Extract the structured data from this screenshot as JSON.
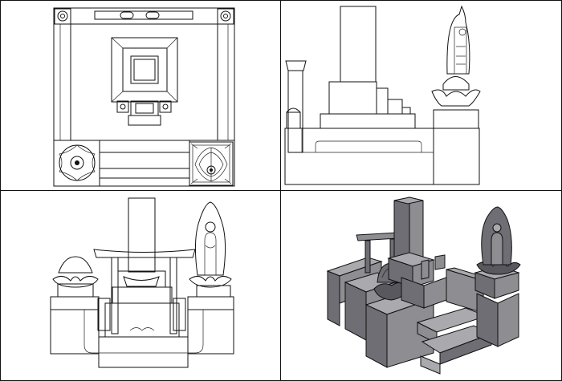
{
  "sheet": {
    "views": [
      {
        "view": "top"
      },
      {
        "view": "side"
      },
      {
        "view": "front"
      },
      {
        "view": "perspective"
      }
    ]
  },
  "colors": {
    "background": "#ffffff",
    "line": "#111111",
    "shade_light": "#a9a9ae",
    "shade_mid": "#8d8d92",
    "shade_dark": "#6e6e74",
    "shade_deep": "#58585e"
  }
}
